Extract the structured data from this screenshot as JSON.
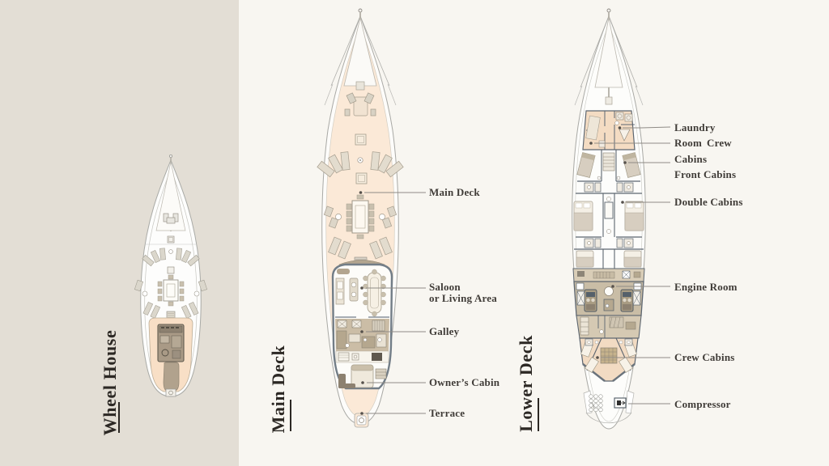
{
  "page": {
    "background": "#f8f6f1",
    "left_panel_background": "#e3ded5",
    "label_color": "#403c38",
    "leader_line_color": "#8f8b86",
    "deck_fill_peach": "#fbe9d7",
    "lower_peach": "#f4dcc3",
    "engine_taupe": "#c9bda6",
    "wall_color": "#5d6670"
  },
  "decks": [
    {
      "id": "wheel_house",
      "title": "Wheel House",
      "labels": []
    },
    {
      "id": "main_deck",
      "title": "Main Deck",
      "labels": [
        {
          "text": "Main Deck"
        },
        {
          "lines": [
            "Saloon",
            "or Living Area"
          ]
        },
        {
          "text": "Galley"
        },
        {
          "text": "Owner’s Cabin"
        },
        {
          "text": "Terrace"
        }
      ]
    },
    {
      "id": "lower_deck",
      "title": "Lower Deck",
      "labels": [
        {
          "lines": [
            "Laundry",
            "Room"
          ]
        },
        {
          "lines": [
            "Crew",
            "Cabins"
          ]
        },
        {
          "text": "Front Cabins"
        },
        {
          "text": "Double Cabins"
        },
        {
          "text": "Engine Room"
        },
        {
          "text": "Crew Cabins"
        },
        {
          "text": "Compressor"
        }
      ]
    }
  ]
}
